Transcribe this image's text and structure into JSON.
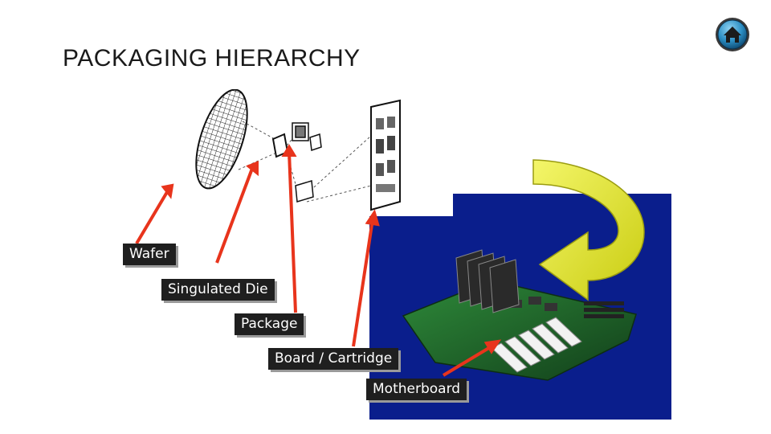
{
  "slide": {
    "title": "PACKAGING HIERARCHY",
    "home_button": {
      "icon": "home-icon"
    }
  },
  "figure": {
    "labels": {
      "wafer": "Wafer",
      "die": "Singulated Die",
      "package": "Package",
      "board": "Board / Cartridge",
      "motherboard": "Motherboard"
    },
    "colors": {
      "arrow": "#e8341c",
      "panel": "#0a1e8c",
      "curved_arrow": "#e8ec1a",
      "label_bg": "#1f1f1f",
      "pcb": "#1c6a28"
    }
  }
}
